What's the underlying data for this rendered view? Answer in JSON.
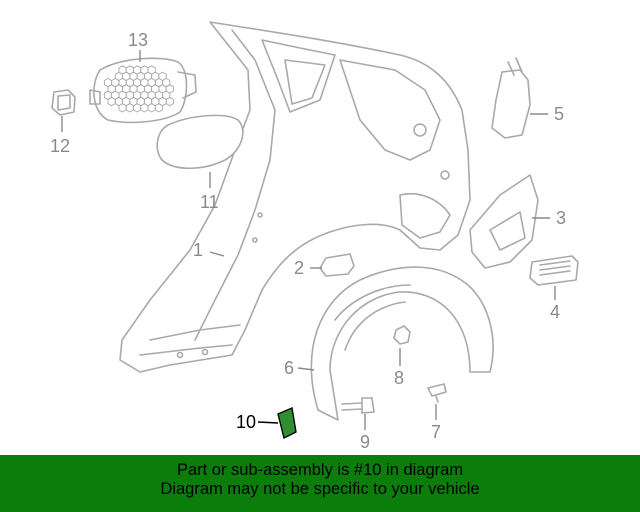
{
  "diagram": {
    "callouts": [
      {
        "id": "1",
        "label": "1"
      },
      {
        "id": "2",
        "label": "2"
      },
      {
        "id": "3",
        "label": "3"
      },
      {
        "id": "4",
        "label": "4"
      },
      {
        "id": "5",
        "label": "5"
      },
      {
        "id": "6",
        "label": "6"
      },
      {
        "id": "7",
        "label": "7"
      },
      {
        "id": "8",
        "label": "8"
      },
      {
        "id": "9",
        "label": "9"
      },
      {
        "id": "10",
        "label": "10"
      },
      {
        "id": "11",
        "label": "11"
      },
      {
        "id": "12",
        "label": "12"
      },
      {
        "id": "13",
        "label": "13"
      }
    ],
    "highlighted_part": "10"
  },
  "banner": {
    "line1": "Part or sub-assembly is #10 in diagram",
    "line2": "Diagram may not be specific to your vehicle",
    "background_color": "#0b7d0b"
  }
}
